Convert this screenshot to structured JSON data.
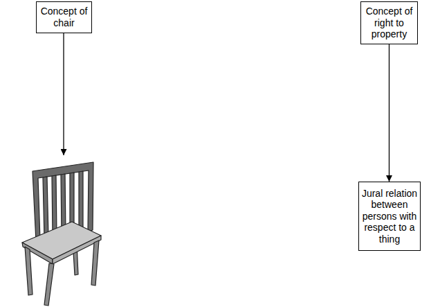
{
  "diagram": {
    "nodes": [
      {
        "text": [
          "Concept of chair"
        ]
      },
      {
        "text": [
          "Concept of right to property"
        ]
      },
      {
        "text": [
          "Jural relation between persons with respect to a thing"
        ]
      }
    ],
    "edges": [
      {
        "from": 1,
        "to": 2,
        "arrow": "to"
      }
    ]
  }
}
